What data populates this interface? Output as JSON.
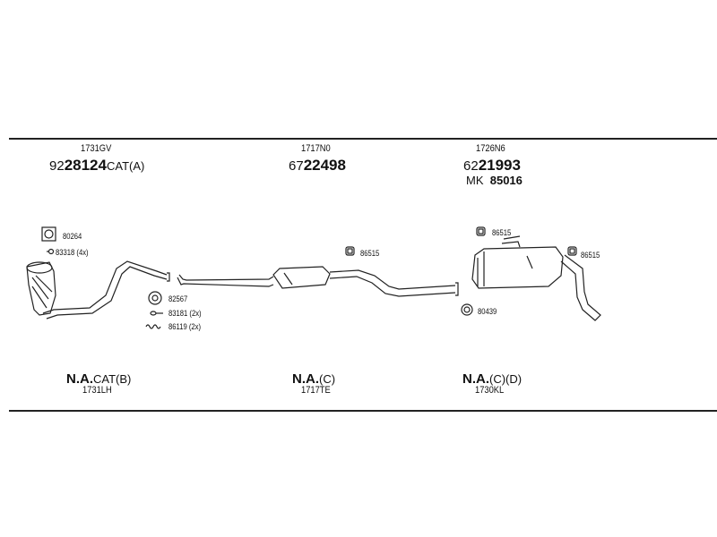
{
  "columns": [
    {
      "top_code": "1731GV",
      "number_prefix": "92",
      "number_bold": "28124",
      "number_suffix": "CAT(A)",
      "na_label": "N.A.",
      "na_suffix": "CAT(B)",
      "bottom_code": "1731LH"
    },
    {
      "top_code": "1717N0",
      "number_prefix": "67",
      "number_bold": "22498",
      "number_suffix": "",
      "na_label": "N.A.",
      "na_suffix": "(C)",
      "bottom_code": "1717TE"
    },
    {
      "top_code": "1726N6",
      "number_prefix": "62",
      "number_bold": "21993",
      "number_suffix": "",
      "extra_prefix": "MK",
      "extra_number": "85016",
      "na_label": "N.A.",
      "na_suffix": "(C)(D)",
      "bottom_code": "1730KL"
    }
  ],
  "parts": {
    "gasket": "80264",
    "bolts": "83318 (4x)",
    "ring": "82567",
    "bolt2": "83181 (2x)",
    "spring": "86119 (2x)",
    "hanger_mid": "86515",
    "hanger_rear_top": "86515",
    "hanger_rear_right": "86515",
    "clamp": "80439"
  }
}
